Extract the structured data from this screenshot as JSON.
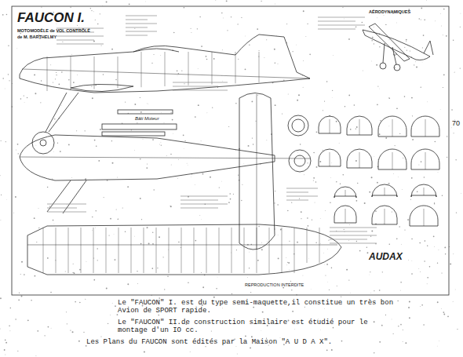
{
  "diagram": {
    "title": "FAUCON I.",
    "caption": "Le \"FAUCON\" I. est du type semi-maquette,il constitue un très bon Avion de SPORT rapide.",
    "labels": [
      "MOTOMODÈLE de VOL CONTRÔLÉ",
      "de M. BARTHELMY",
      "AÉRODYNAMIQUES",
      "Bâti Moteur",
      "AUDAX",
      "REPRODUCTION INTERDITE",
      "70",
      "Le \"FAUCON\" II.de construction similaire est étudié pour le montage d'un IO cc.",
      "Les Plans du FAUCON sont édités par la Maison \"A U D A X\"."
    ]
  }
}
